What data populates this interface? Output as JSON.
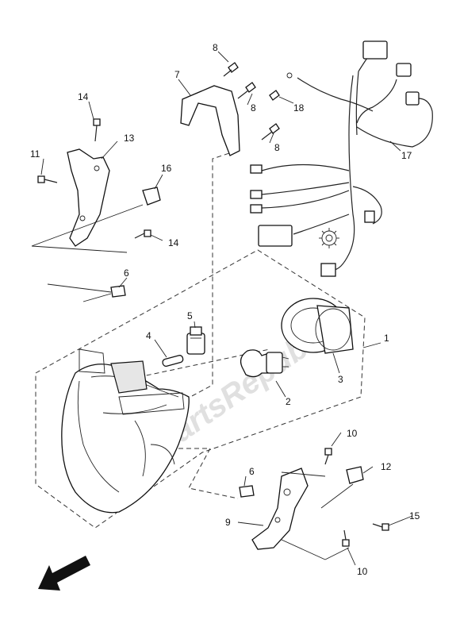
{
  "watermark": "PartsRepublik",
  "callouts": {
    "c1": "1",
    "c2": "2",
    "c3": "3",
    "c4": "4",
    "c5": "5",
    "c6a": "6",
    "c6b": "6",
    "c7": "7",
    "c8a": "8",
    "c8b": "8",
    "c8c": "8",
    "c9": "9",
    "c10a": "10",
    "c10b": "10",
    "c11": "11",
    "c12": "12",
    "c13": "13",
    "c14a": "14",
    "c14b": "14",
    "c15": "15",
    "c16": "16",
    "c17": "17",
    "c18": "18"
  },
  "icons": {
    "front_arrow": "direction-arrow-icon",
    "gear": "gear-icon"
  },
  "colors": {
    "line": "#222222",
    "background": "#ffffff",
    "watermark": "#c8c8c8"
  }
}
